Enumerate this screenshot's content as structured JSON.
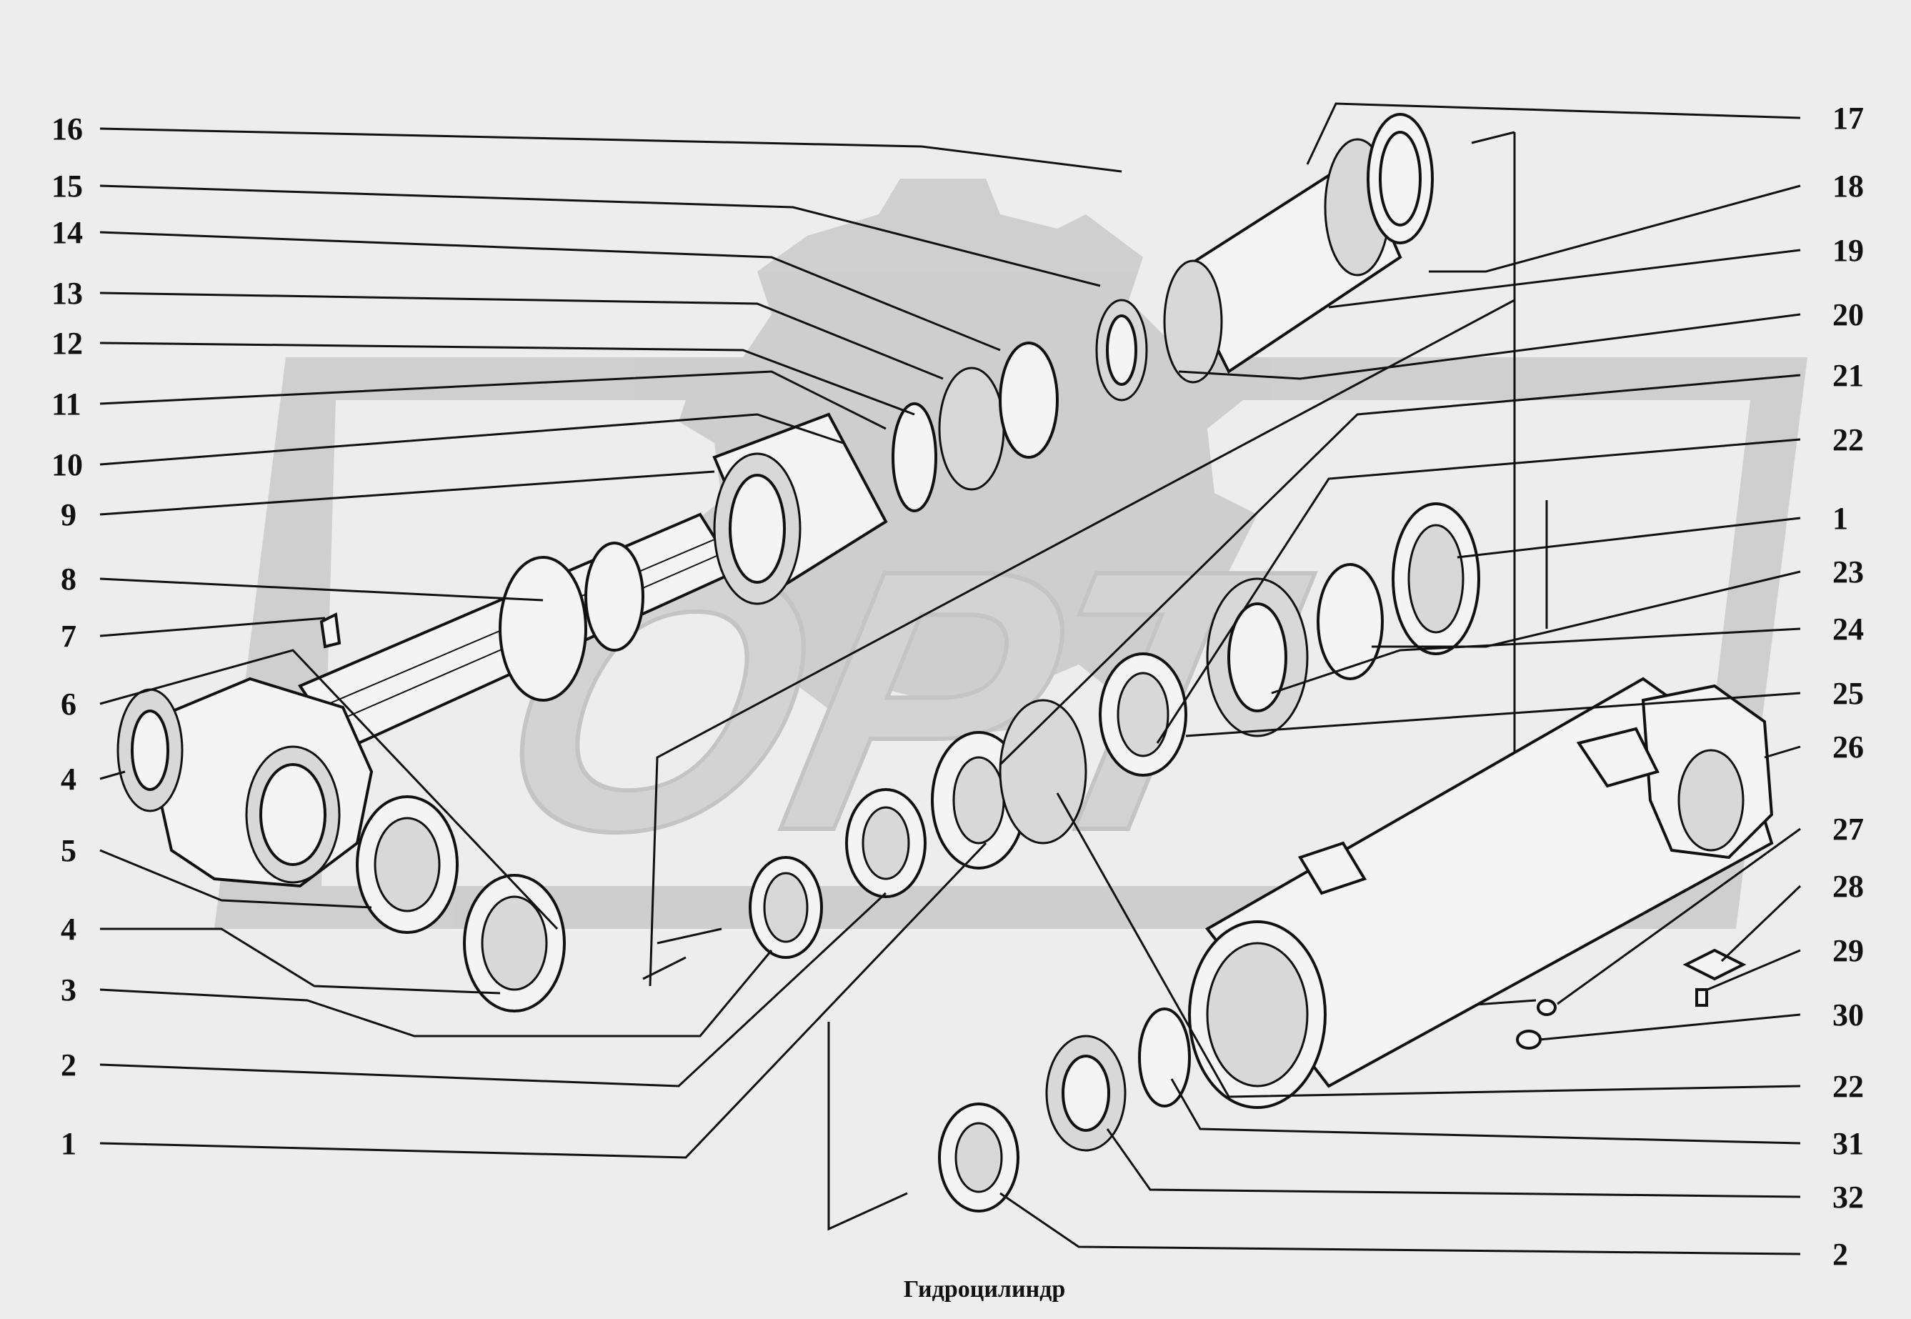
{
  "caption": "Гидроцилиндр",
  "labels": {
    "left_top": [
      "16",
      "15",
      "14",
      "13",
      "12",
      "11",
      "10",
      "9",
      "8",
      "7",
      "6",
      "4",
      "5",
      "4",
      "3",
      "2",
      "1"
    ],
    "right": [
      "17",
      "18",
      "19",
      "20",
      "21",
      "22",
      "1",
      "23",
      "24",
      "25",
      "26",
      "27",
      "28",
      "29",
      "30",
      "22",
      "31",
      "32",
      "2"
    ]
  },
  "watermark": {
    "text": "ОРТ"
  },
  "colors": {
    "background": "#ededed",
    "ink": "#111111",
    "watermark": "#c9c9c9"
  }
}
